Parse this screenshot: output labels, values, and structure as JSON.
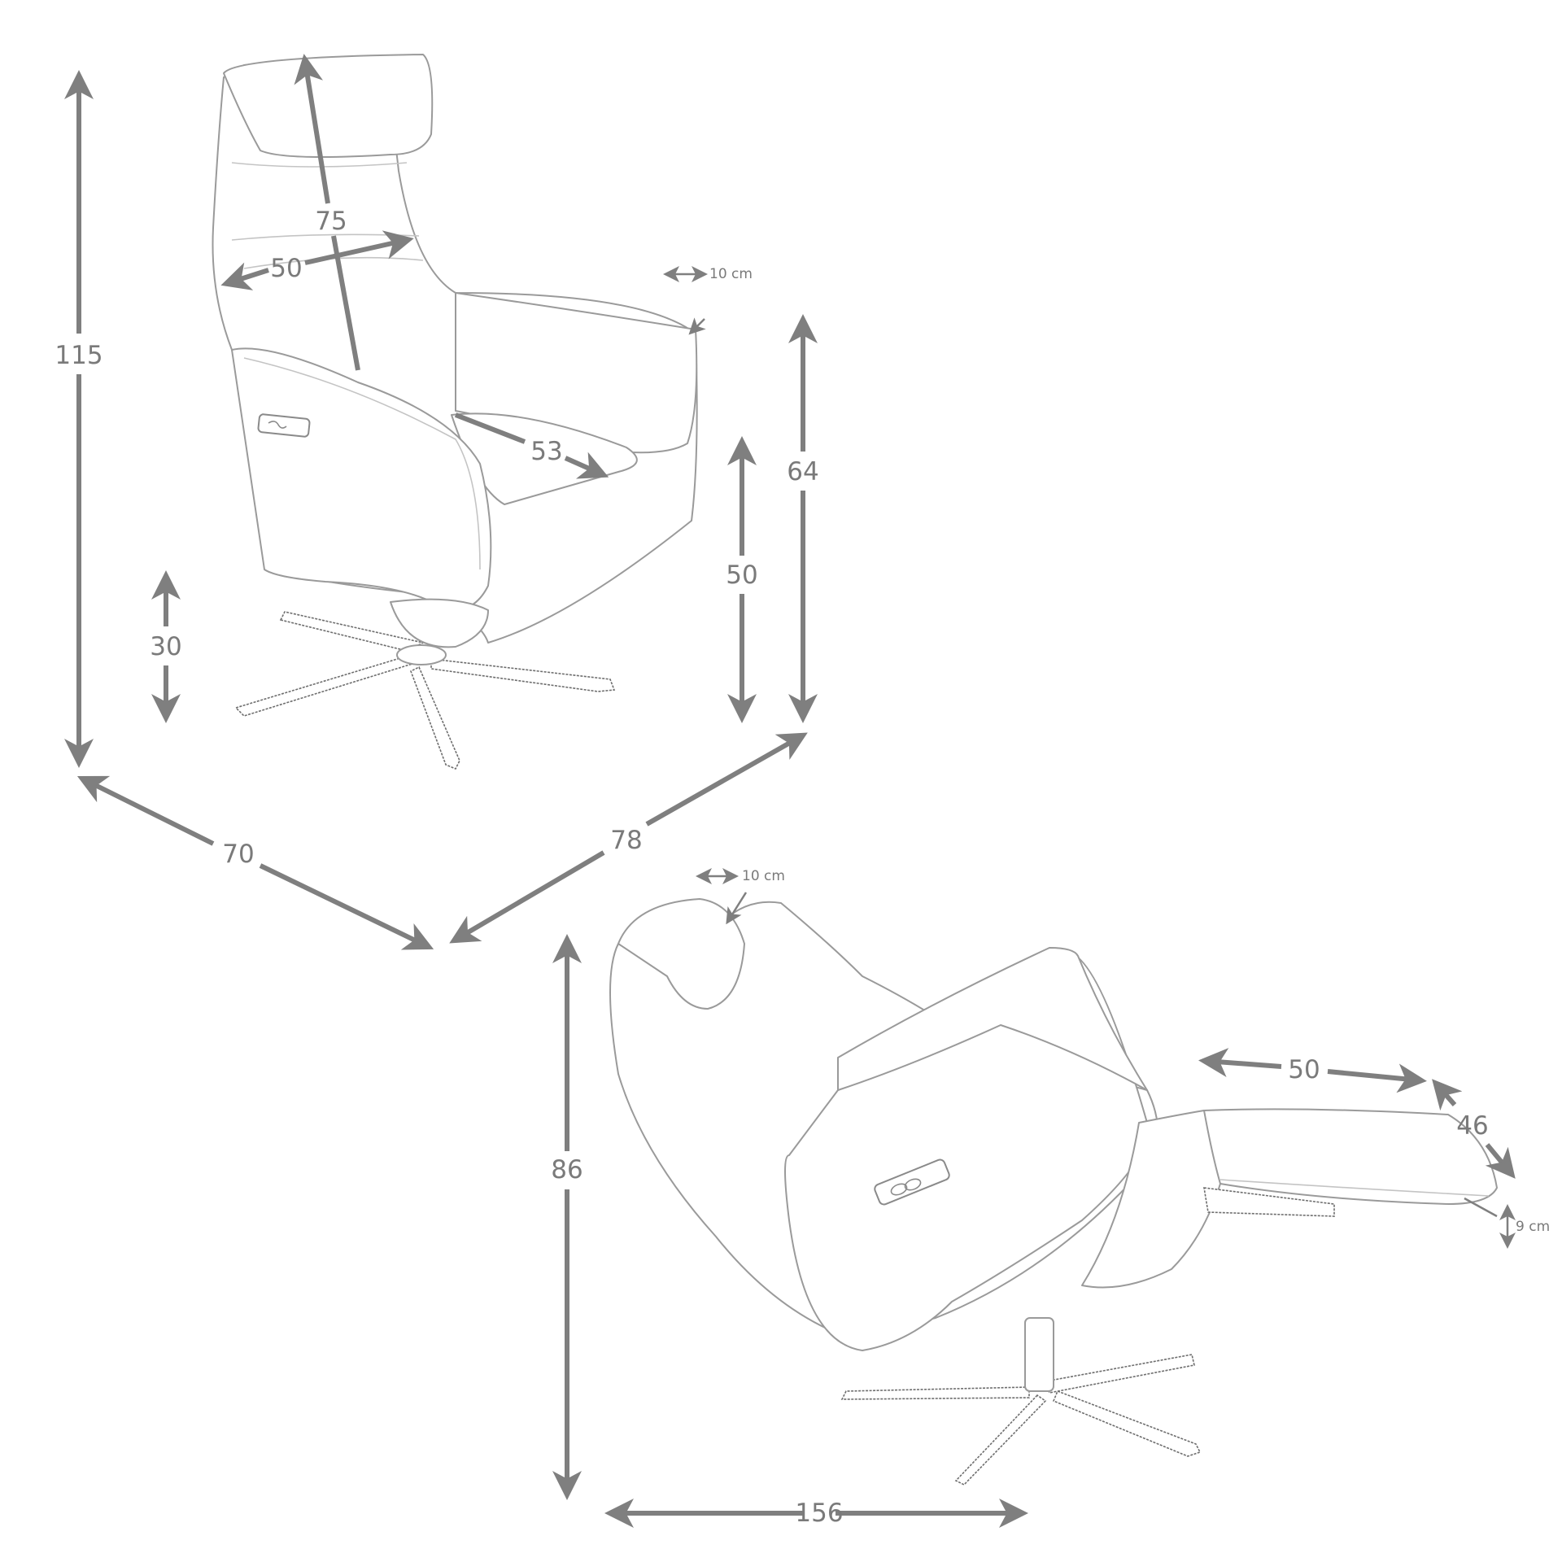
{
  "figure": {
    "type": "product-dimension-diagram",
    "subject": "swivel recliner armchair",
    "dimension_color": "#7f7f7f",
    "sketch_color": "#9a9a9a",
    "background": "#ffffff"
  },
  "upright_view": {
    "dimensions": {
      "total_height": "115",
      "backrest_length": "75",
      "backrest_width": "50",
      "seat_depth": "53",
      "seat_height": "50",
      "armrest_height": "64",
      "base_clearance": "30",
      "width": "70",
      "depth": "78"
    },
    "scale_note": "10 cm"
  },
  "reclined_view": {
    "dimensions": {
      "total_height": "86",
      "total_length": "156",
      "footrest_length": "50",
      "footrest_width": "46"
    },
    "scale_note": "10 cm",
    "footrest_thickness": "9 cm"
  }
}
